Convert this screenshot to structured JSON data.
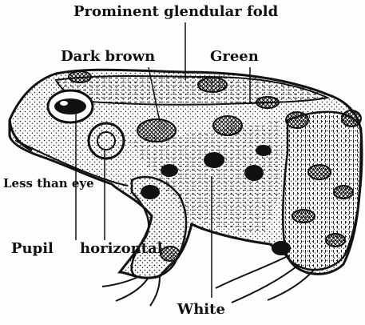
{
  "diagram": {
    "labels": {
      "glandular_fold": "Prominent glendular fold",
      "dark_brown": "Dark brown",
      "green": "Green",
      "less_than_eye": "Less than eye",
      "pupil": "Pupil",
      "horizontal": "horizontal",
      "white": "White"
    }
  }
}
